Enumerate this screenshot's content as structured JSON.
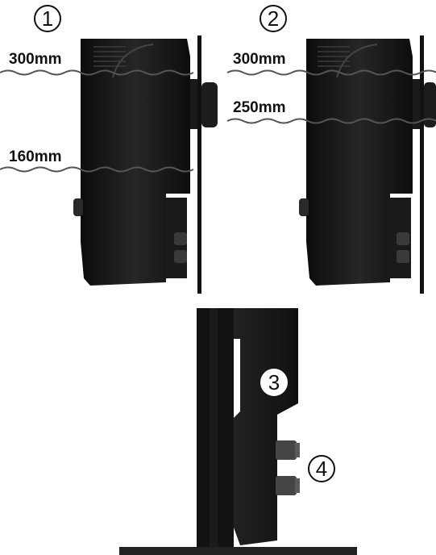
{
  "panel1": {
    "number": "1",
    "levels": [
      "300mm",
      "160mm"
    ]
  },
  "panel2": {
    "number": "2",
    "levels": [
      "300mm",
      "250mm"
    ]
  },
  "panel3": {
    "markers": [
      "3",
      "4"
    ]
  },
  "colors": {
    "device": "#161616",
    "device_highlight": "#2c2c2c",
    "wall": "#111111",
    "water_line": "#444444",
    "background": "#ffffff"
  }
}
